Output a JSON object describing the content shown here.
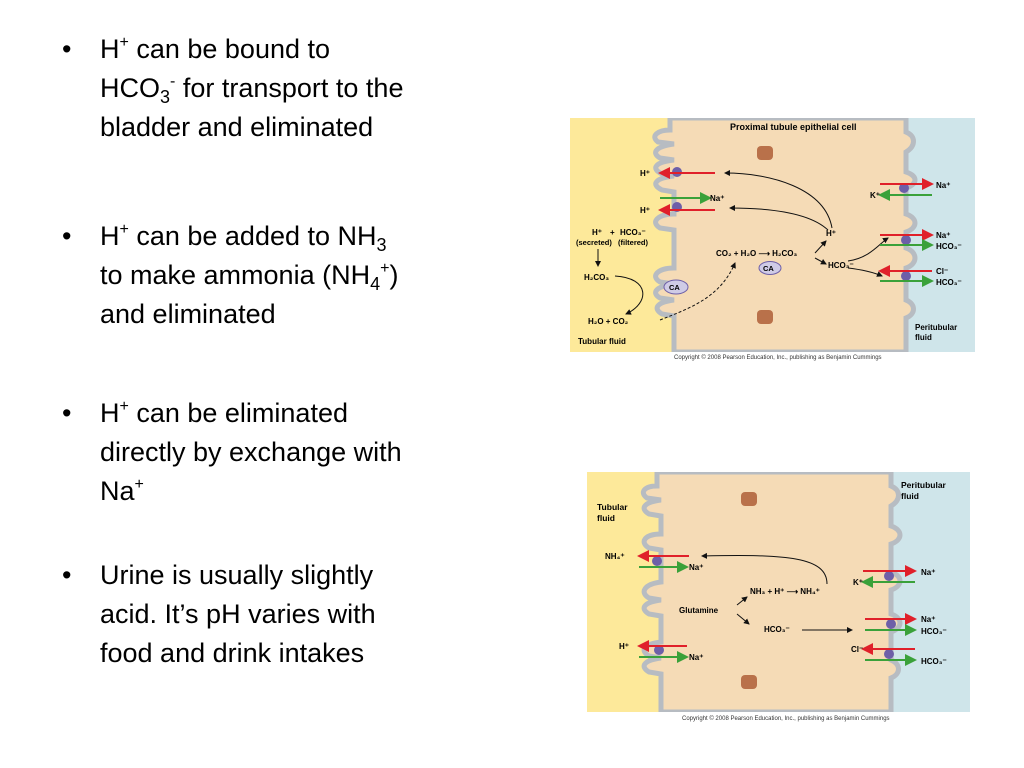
{
  "bullets": [
    {
      "lines": [
        {
          "parts": [
            {
              "t": "H"
            },
            {
              "t": "+",
              "sup": true
            },
            {
              "t": " can be bound to"
            }
          ]
        },
        {
          "parts": [
            {
              "t": "HCO"
            },
            {
              "t": "3",
              "sub": true
            },
            {
              "t": "-",
              "sup": true
            },
            {
              "t": " for transport to the"
            }
          ]
        },
        {
          "parts": [
            {
              "t": "bladder and eliminated"
            }
          ]
        }
      ]
    },
    {
      "lines": [
        {
          "parts": [
            {
              "t": "H"
            },
            {
              "t": "+",
              "sup": true
            },
            {
              "t": " can be added to NH"
            },
            {
              "t": "3",
              "sub": true
            }
          ]
        },
        {
          "parts": [
            {
              "t": "to make ammonia (NH"
            },
            {
              "t": "4",
              "sub": true
            },
            {
              "t": "+",
              "sup": true
            },
            {
              "t": ")"
            }
          ]
        },
        {
          "parts": [
            {
              "t": "and eliminated"
            }
          ]
        }
      ]
    },
    {
      "lines": [
        {
          "parts": [
            {
              "t": "H"
            },
            {
              "t": "+",
              "sup": true
            },
            {
              "t": " can be eliminated"
            }
          ]
        },
        {
          "parts": [
            {
              "t": "directly by exchange with"
            }
          ]
        },
        {
          "parts": [
            {
              "t": "Na"
            },
            {
              "t": "+",
              "sup": true
            }
          ]
        }
      ]
    },
    {
      "lines": [
        {
          "parts": [
            {
              "t": "Urine is usually slightly"
            }
          ]
        },
        {
          "parts": [
            {
              "t": "acid.  It’s pH varies with"
            }
          ]
        },
        {
          "parts": [
            {
              "t": "food and drink intakes"
            }
          ]
        }
      ]
    }
  ],
  "bullet_symbol": "•",
  "figure1": {
    "cell_label": "Proximal tubule epithelial cell",
    "tubular_fluid": "Tubular fluid",
    "peritubular_fluid": [
      "Peritubular",
      "fluid"
    ],
    "h_plus": "H⁺",
    "na_plus": "Na⁺",
    "k_plus": "K⁺",
    "secreted_h": "H⁺",
    "plus_sign": "+",
    "filtered_hco3": "HCO₃⁻",
    "secreted_label": "(secreted)",
    "filtered_label": "(filtered)",
    "h2co3": "H₂CO₃",
    "ca": "CA",
    "h2o_co2": "H₂O + CO₂",
    "reaction": "CO₂ + H₂O ⟶ H₂CO₃",
    "cell_h": "H⁺",
    "cell_hco3": "HCO₃⁻",
    "right_na": "Na⁺",
    "right_hco3": "HCO₃⁻",
    "right_cl": "Cl⁻",
    "copyright": "Copyright © 2008 Pearson Education, Inc., publishing as Benjamin Cummings"
  },
  "figure2": {
    "tubular_fluid": [
      "Tubular",
      "fluid"
    ],
    "peritubular_fluid": [
      "Peritubular",
      "fluid"
    ],
    "nh4": "NH₄⁺",
    "na_plus": "Na⁺",
    "h_plus": "H⁺",
    "k_plus": "K⁺",
    "cl": "Cl⁻",
    "hco3": "HCO₃⁻",
    "reaction": "NH₃ + H⁺ ⟶ NH₄⁺",
    "glutamine": "Glutamine",
    "copyright": "Copyright © 2008 Pearson Education, Inc., publishing as Benjamin Cummings"
  },
  "colors": {
    "tubular_fluid": "#fde99a",
    "cell": "#f5dbb6",
    "peritubular": "#cfe5ea",
    "membrane": "#b7bcc2",
    "transporter": "#6d5fa8",
    "ca_fill": "#cfcbe6",
    "red_arrow": "#e0202a",
    "green_arrow": "#3aa13a",
    "junction": "#b9714a"
  }
}
